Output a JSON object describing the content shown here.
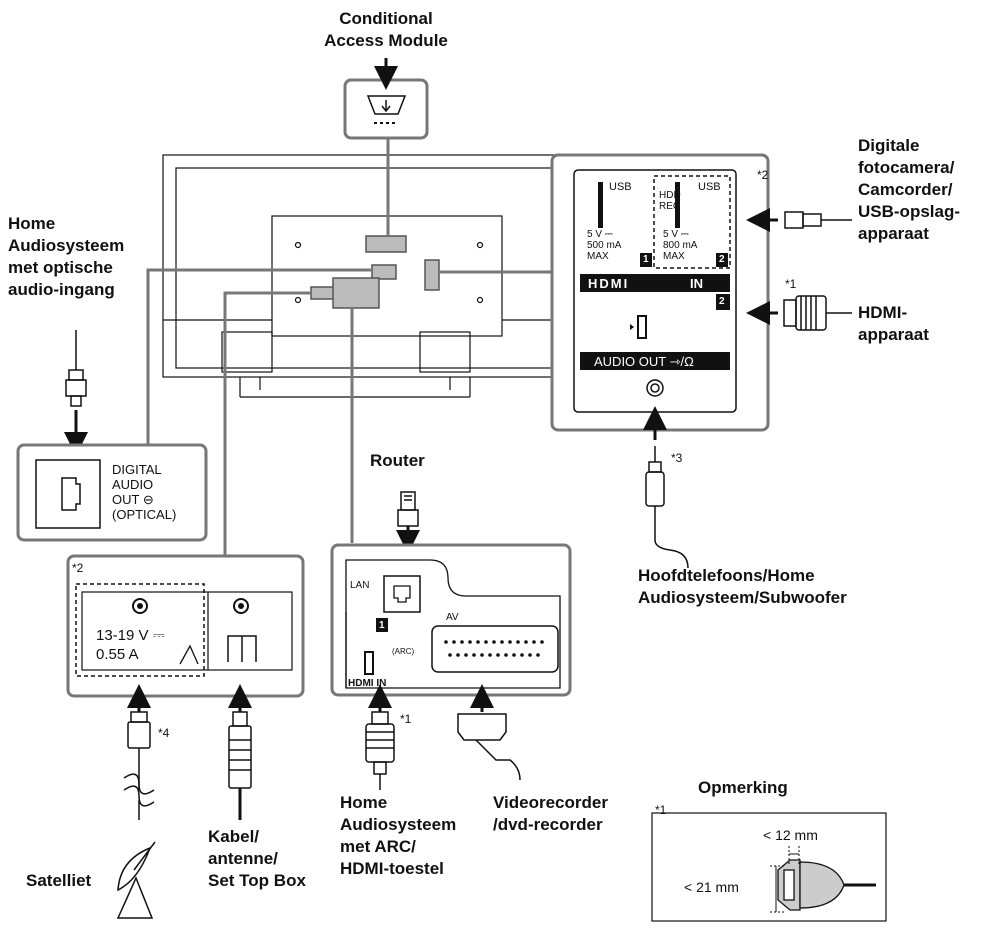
{
  "labels": {
    "cam": "Conditional\nAccess Module",
    "home_optical": "Home\nAudiosysteem\nmet optische\naudio-ingang",
    "digital_camera": "Digitale\nfotocamera/\nCamcorder/\nUSB-opslag-\napparaat",
    "hdmi_device": "HDMI-\napparaat",
    "router": "Router",
    "headphones": "Hoofdtelefoons/Home\nAudiosysteem/Subwoofer",
    "home_arc": "Home\nAudiosysteem\nmet ARC/\nHDMI-toestel",
    "videorecorder": "Videorecorder\n/dvd-recorder",
    "satellite": "Satelliet",
    "cable": "Kabel/\nantenne/\nSet Top Box",
    "remark": "Opmerking"
  },
  "notes": {
    "n1a": "*1",
    "n1b": "*1",
    "n1c": "*1",
    "n2a": "*2",
    "n2b": "*2",
    "n3": "*3",
    "n4": "*4"
  },
  "panel_side": {
    "usb1": "USB",
    "usb1_spec": "5 V ⎓\n500 mA\nMAX",
    "usb1_num": "1",
    "hdd_rec": "HDD\nREC",
    "usb2": "USB",
    "usb2_spec": "5 V ⎓\n800 mA\nMAX",
    "usb2_num": "2",
    "hdmi_in": "HDMI",
    "in": "IN",
    "hdmi_num": "2",
    "audio_out": "AUDIO OUT ⇾/Ω"
  },
  "panel_optical": {
    "text": "DIGITAL\nAUDIO\nOUT ⊖\n(OPTICAL)"
  },
  "panel_sat": {
    "spec": "13-19 V ⎓\n0.55 A"
  },
  "panel_lan": {
    "lan": "LAN",
    "hdmi_num": "1",
    "arc": "(ARC)",
    "hdmi_in": "HDMI IN",
    "av": "AV"
  },
  "dimensions": {
    "width": "< 12 mm",
    "height": "< 21 mm"
  }
}
